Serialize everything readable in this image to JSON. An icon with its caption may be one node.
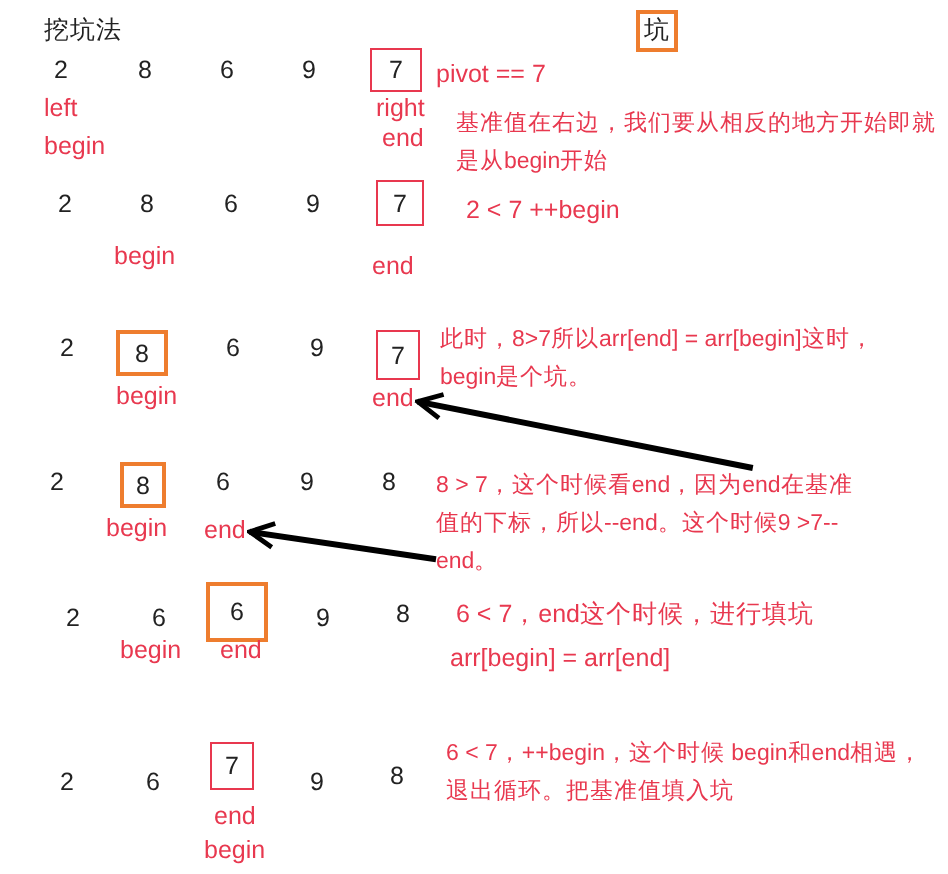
{
  "diagram": {
    "title": "挖坑法",
    "nodes": [
      {
        "text": [
          "坑"
        ]
      },
      {
        "text": [
          "7"
        ]
      },
      {
        "text": [
          "7"
        ]
      },
      {
        "text": [
          "8"
        ]
      },
      {
        "text": [
          "7"
        ]
      },
      {
        "text": [
          "end"
        ]
      },
      {
        "text": [
          "8"
        ]
      },
      {
        "text": [
          "end"
        ]
      },
      {
        "text": [
          "8 > 7，这个时候看end，因为end在基准值的下标，所以--end。这个时候9 >7--end。"
        ]
      },
      {
        "text": [
          "6"
        ]
      },
      {
        "text": [
          "7"
        ]
      }
    ],
    "edges": [
      {
        "from": 8,
        "to": 5,
        "arrow": "to"
      },
      {
        "from": 8,
        "to": 7,
        "arrow": "to"
      }
    ],
    "labels": [
      "2",
      "8",
      "6",
      "9",
      "pivot == 7",
      "left",
      "begin",
      "right",
      "end",
      "基准值在右边，我们要从相反的地方开始即就是从begin开始",
      "2",
      "8",
      "6",
      "9",
      "2 < 7 ++begin",
      "begin",
      "end",
      "2",
      "6",
      "9",
      "此时，8>7所以arr[end] = arr[begin]这时，begin是个坑。",
      "begin",
      "2",
      "6",
      "9",
      "8",
      "begin",
      "2",
      "6",
      "9",
      "8",
      "6 < 7，end这个时候，进行填坑",
      "begin",
      "end",
      "arr[begin] = arr[end]",
      "2",
      "6",
      "9",
      "8",
      "6 < 7，++begin，这个时候 begin和end相遇，退出循环。把基准值填入坑",
      "end",
      "begin"
    ]
  }
}
